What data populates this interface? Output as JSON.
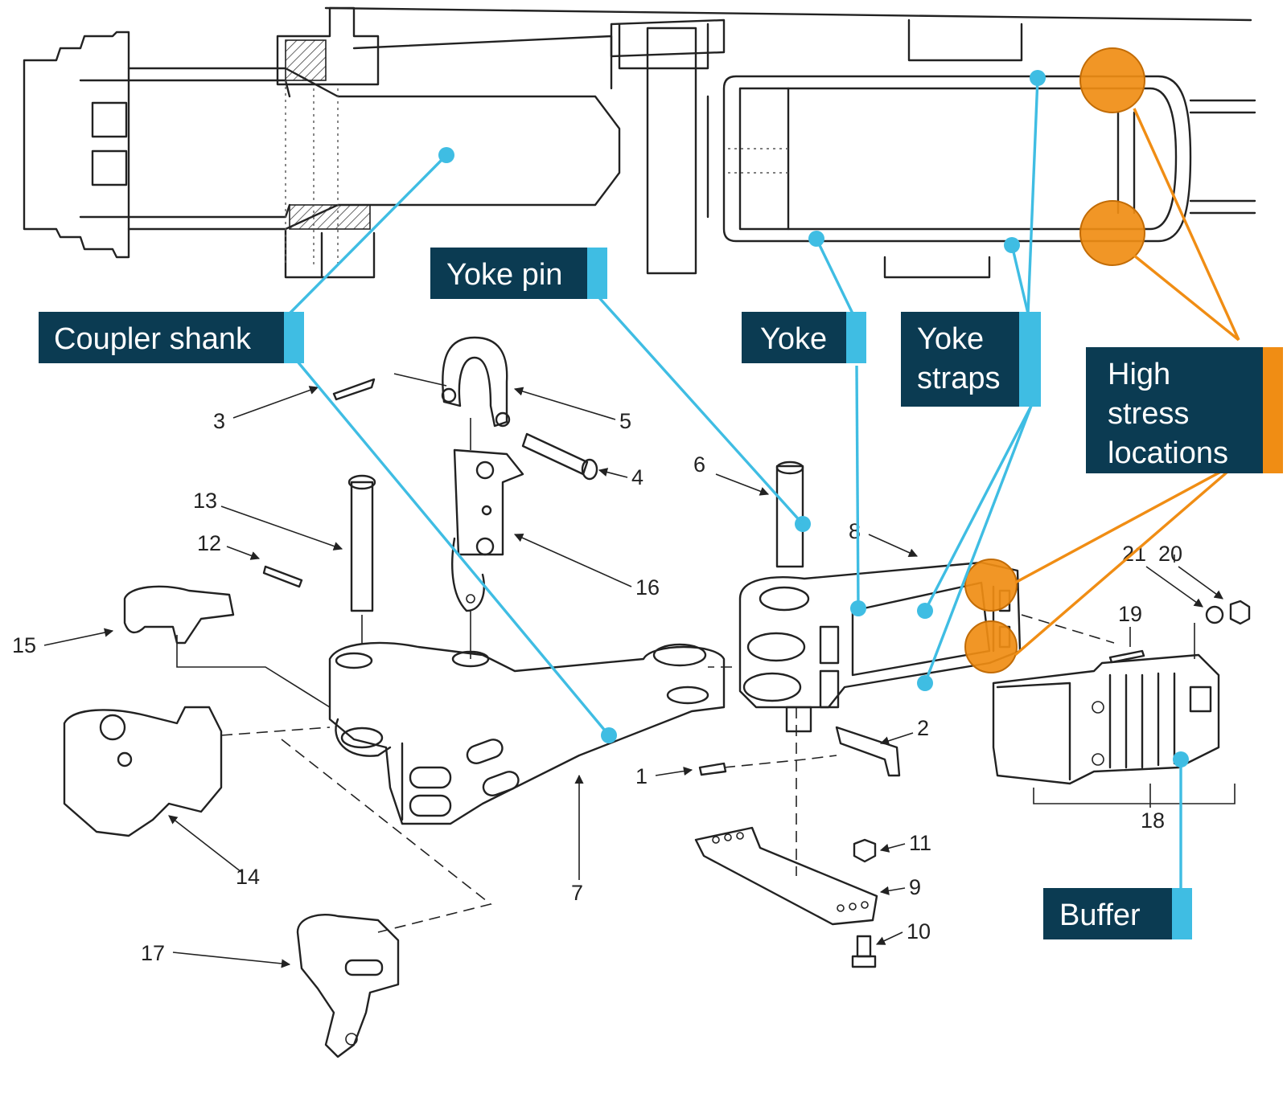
{
  "callouts": {
    "coupler_shank": "Coupler shank",
    "yoke_pin": "Yoke pin",
    "yoke": "Yoke",
    "yoke_straps_line1": "Yoke",
    "yoke_straps_line2": "straps",
    "high_stress_line1": "High",
    "high_stress_line2": "stress",
    "high_stress_line3": "locations",
    "buffer": "Buffer"
  },
  "part_numbers": [
    "1",
    "2",
    "3",
    "4",
    "5",
    "6",
    "7",
    "8",
    "9",
    "10",
    "11",
    "12",
    "13",
    "14",
    "15",
    "16",
    "17",
    "18",
    "19",
    "20",
    "21"
  ],
  "colors": {
    "callout_box": "#0b3b52",
    "leader_blue": "#3fbde3",
    "stress_orange": "#f08d14"
  }
}
